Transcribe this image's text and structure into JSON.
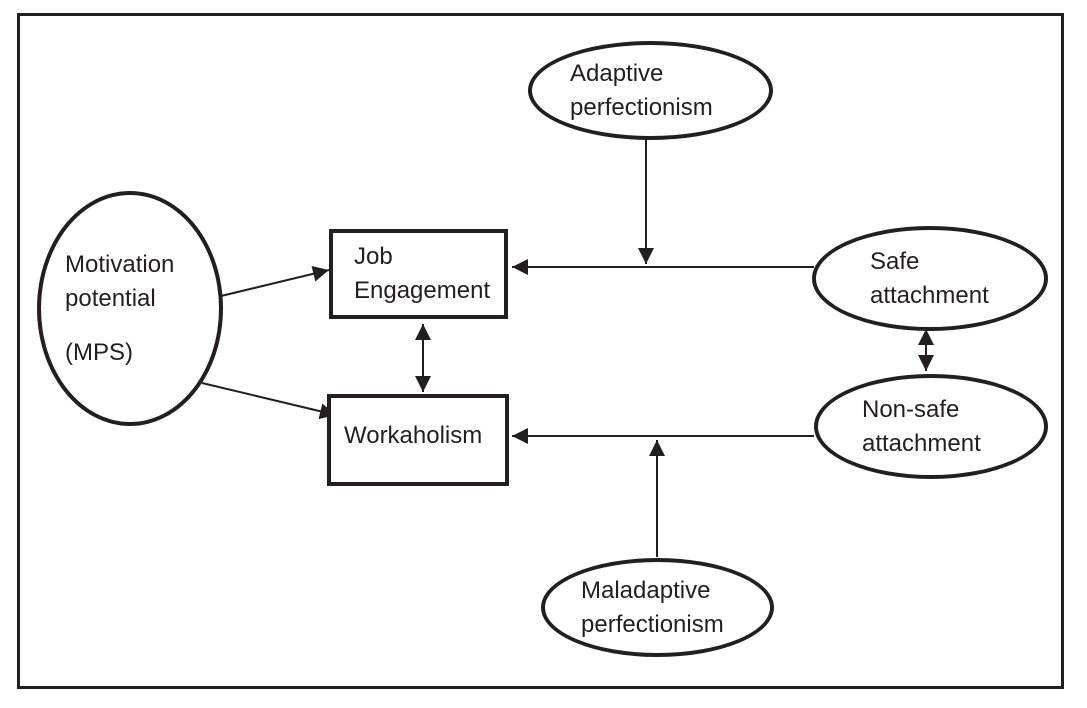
{
  "nodes": {
    "motivation": {
      "shape": "ellipse",
      "line1": "Motivation",
      "line2": "potential",
      "line3": "(MPS)"
    },
    "adaptive": {
      "shape": "ellipse",
      "line1": "Adaptive",
      "line2": "perfectionism"
    },
    "job": {
      "shape": "rectangle",
      "line1": "Job",
      "line2": "Engagement"
    },
    "workaholism": {
      "shape": "rectangle",
      "line1": "Workaholism"
    },
    "safe": {
      "shape": "ellipse",
      "line1": "Safe",
      "line2": "attachment"
    },
    "nonsafe": {
      "shape": "ellipse",
      "line1": "Non-safe",
      "line2": "attachment"
    },
    "maladaptive": {
      "shape": "ellipse",
      "line1": "Maladaptive",
      "line2": "perfectionism"
    }
  },
  "edges": [
    {
      "from": "Motivation potential (MPS)",
      "to": "Job Engagement",
      "arrow": "single"
    },
    {
      "from": "Motivation potential (MPS)",
      "to": "Workaholism",
      "arrow": "single"
    },
    {
      "from": "Adaptive perfectionism",
      "to": "Job Engagement",
      "arrow": "single"
    },
    {
      "from": "Safe attachment",
      "to": "Job Engagement",
      "arrow": "single"
    },
    {
      "from": "Safe attachment",
      "to": "Non-safe attachment",
      "arrow": "double"
    },
    {
      "from": "Non-safe attachment",
      "to": "Workaholism",
      "arrow": "single"
    },
    {
      "from": "Maladaptive perfectionism",
      "to": "Workaholism",
      "arrow": "single"
    },
    {
      "from": "Job Engagement",
      "to": "Workaholism",
      "arrow": "double"
    }
  ],
  "colors": {
    "ink": "#231f20",
    "background": "#ffffff"
  }
}
